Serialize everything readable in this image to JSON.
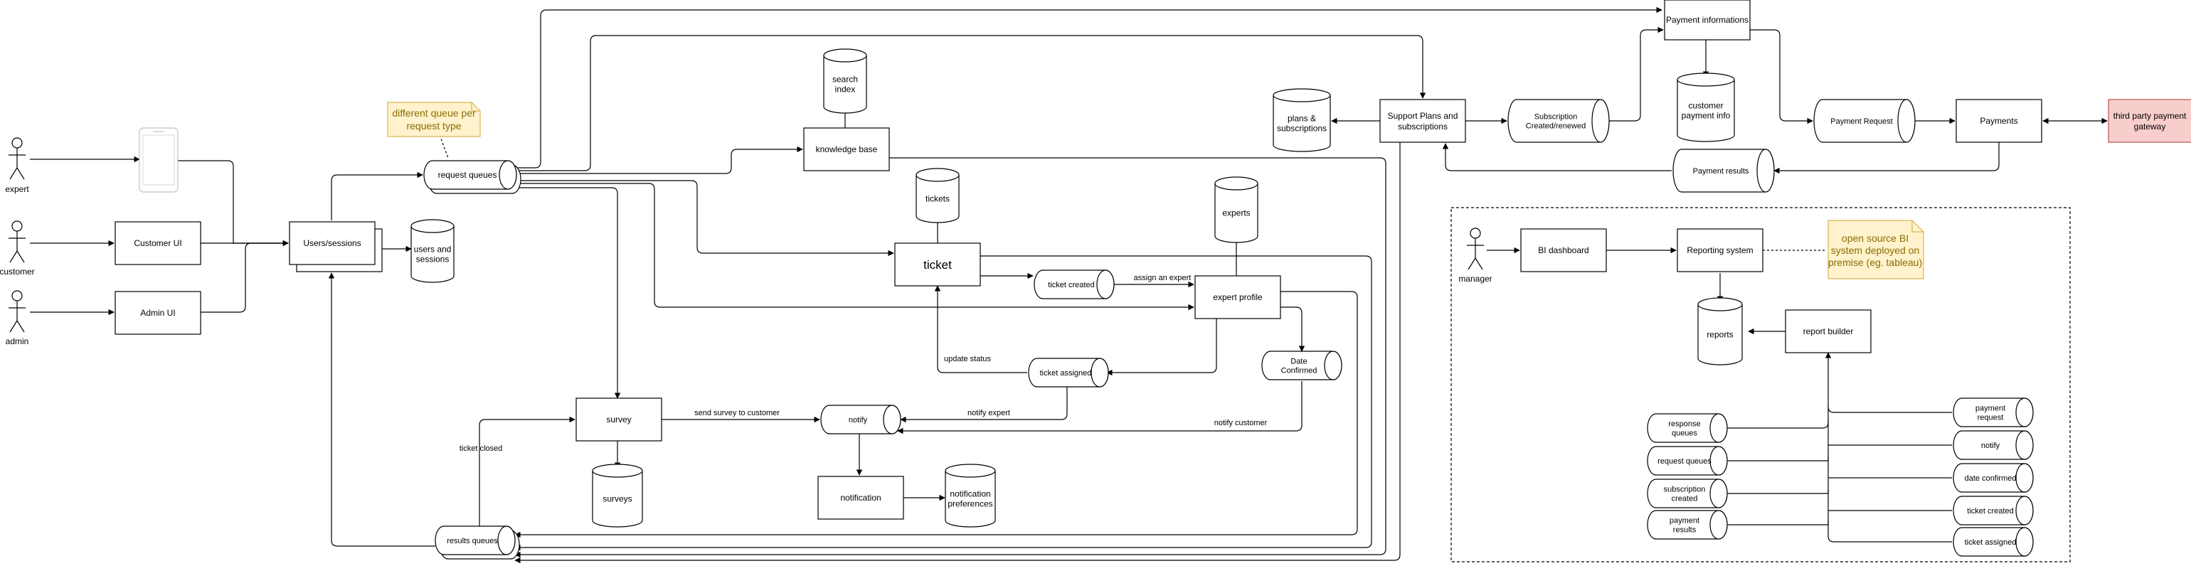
{
  "actors": {
    "expert": "expert",
    "customer": "customer",
    "admin": "admin",
    "manager": "manager"
  },
  "nodes": {
    "customer_ui": "Customer UI",
    "admin_ui": "Admin UI",
    "users_sessions": "Users/sessions",
    "users_and_sessions_db": [
      "users and",
      "sessions"
    ],
    "request_queues": "request  queues",
    "different_queue_note": [
      "different queue per",
      "request type"
    ],
    "search_index_db": [
      "search",
      "index"
    ],
    "knowledge_base": "knowledge base",
    "tickets_db": "tickets",
    "ticket": "ticket",
    "ticket_created": "ticket created",
    "experts_db": "experts",
    "expert_profile": "expert profile",
    "date_confirmed": [
      "Date",
      "Confirmed"
    ],
    "ticket_assigned": "ticket assigned",
    "survey": "survey",
    "surveys_db": "surveys",
    "notify": "notify",
    "notification": "notification",
    "notification_preferences_db": [
      "notification",
      "preferences"
    ],
    "results_queues": "results  queues",
    "plans_subscriptions_db": [
      "plans &",
      "subscriptions"
    ],
    "support_plans": [
      "Support Plans and",
      "subscriptions"
    ],
    "subscription_queue": [
      "Subscription",
      "Created/renewed"
    ],
    "customer_payment_info_db": [
      "customer",
      "payment info"
    ],
    "payment_informations": "Payment informations",
    "payment_request": "Payment Request",
    "payments": "Payments",
    "third_party_gateway": [
      "third party payment",
      "gateway"
    ],
    "payment_results": "Payment results",
    "bi_dashboard": "BI dashboard",
    "reporting_system": "Reporting system",
    "bi_note": [
      "open source BI",
      "system deployed on",
      "premise (eg. tableau)"
    ],
    "reports_db": "reports",
    "report_builder": "report builder"
  },
  "report_queues_left": [
    [
      "response",
      "queues"
    ],
    [
      "request queues"
    ],
    [
      "subscription",
      "created"
    ],
    [
      "payment",
      "results"
    ]
  ],
  "report_queues_right": [
    [
      "payment",
      "request"
    ],
    [
      "notify"
    ],
    [
      "date confirmed"
    ],
    [
      "ticket created"
    ],
    [
      "ticket assigned"
    ]
  ],
  "edge_labels": {
    "assign_an_expert": "assign an expert",
    "update_status": "update status",
    "send_survey": "send survey to customer",
    "notify_expert": "notify expert",
    "notify_customer": "notify customer",
    "ticket_closed": "ticket closed"
  },
  "colors": {
    "note_fill": "#fff2cc",
    "note_stroke": "#d6b656",
    "gateway_fill": "#f8cecc",
    "gateway_stroke": "#b85450"
  }
}
